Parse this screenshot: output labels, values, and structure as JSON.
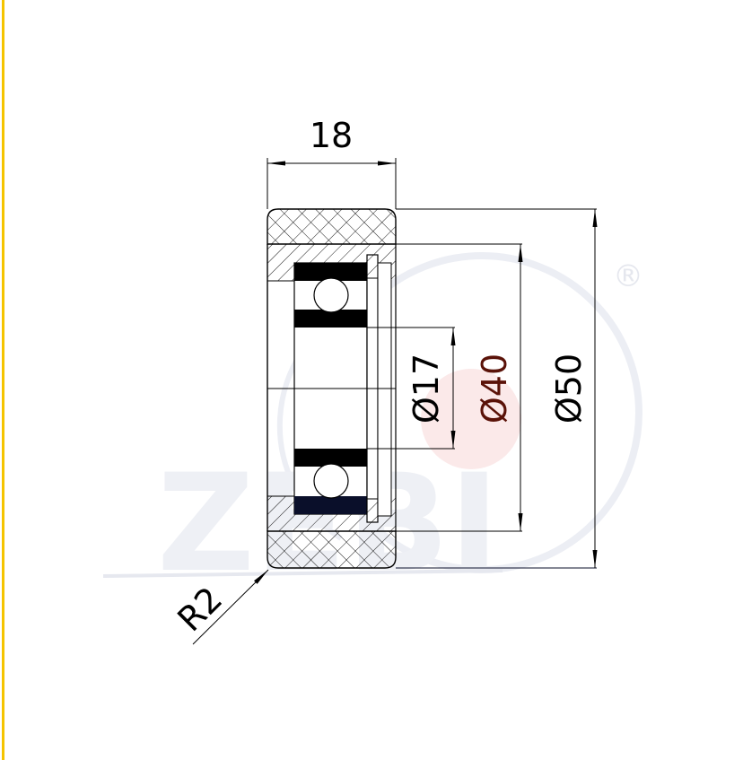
{
  "drawing": {
    "width_dimension": "18",
    "bore_diameter": "Ø17",
    "hub_diameter": "Ø40",
    "outer_diameter": "Ø50",
    "edge_radius": "R2"
  },
  "watermark": {
    "logo_text": "ZEBI",
    "registered_mark": "®"
  },
  "colors": {
    "edge_accent": "#f5c400",
    "line": "#000000",
    "hub_diameter_text": "#5a1208",
    "watermark": "#e9ebf2",
    "watermark_dot": "#fbe6e6"
  }
}
